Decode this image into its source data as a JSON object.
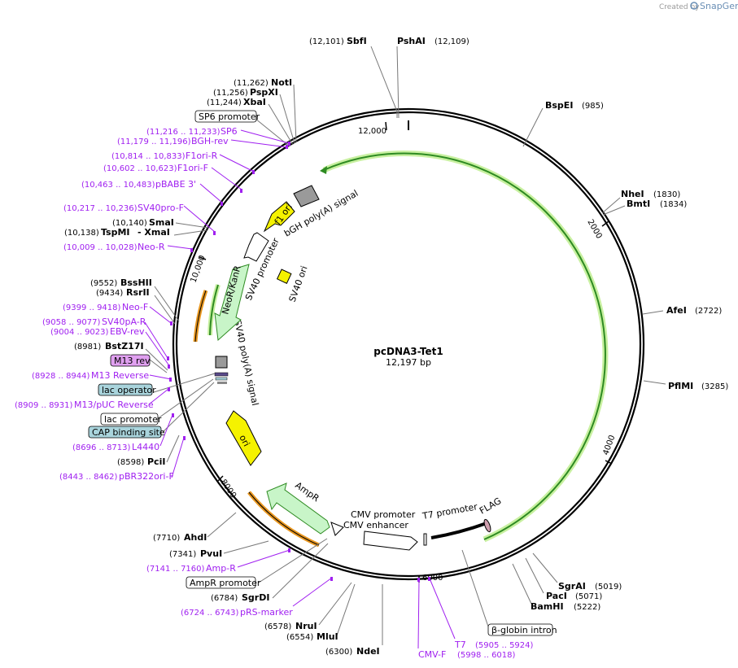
{
  "branding": {
    "created_by": "Created by",
    "product": "SnapGene"
  },
  "plasmid": {
    "name": "pcDNA3-Tet1",
    "size": "12,197 bp"
  },
  "ticks": [
    "12,000",
    "2000",
    "4000",
    "6000",
    "8000",
    "10,000"
  ],
  "sites_top": [
    {
      "coord": "(12,101)",
      "name": "SbfI"
    },
    {
      "coord": "(12,109)",
      "name": "PshAI"
    }
  ],
  "sites_right": [
    {
      "name": "BspEI",
      "coord": "(985)"
    },
    {
      "name": "NheI",
      "coord": "(1830)"
    },
    {
      "name": "BmtI",
      "coord": "(1834)"
    },
    {
      "name": "AfeI",
      "coord": "(2722)"
    },
    {
      "name": "PflMI",
      "coord": "(3285)"
    },
    {
      "name": "SgrAI",
      "coord": "(5019)"
    },
    {
      "name": "PacI",
      "coord": "(5071)"
    },
    {
      "name": "BamHI",
      "coord": "(5222)"
    }
  ],
  "sites_left": [
    {
      "coord": "(11,262)",
      "name": "NotI"
    },
    {
      "coord": "(11,256)",
      "name": "PspXI"
    },
    {
      "coord": "(11,244)",
      "name": "XbaI"
    },
    {
      "coord": "(10,140)",
      "name": "SmaI"
    },
    {
      "coord": "(10,138)",
      "name": "TspMI",
      "suffix": "- XmaI"
    },
    {
      "coord": "(9552)",
      "name": "BssHII"
    },
    {
      "coord": "(9434)",
      "name": "RsrII"
    },
    {
      "coord": "(8981)",
      "name": "BstZ17I"
    },
    {
      "coord": "(8598)",
      "name": "PciI"
    },
    {
      "coord": "(7710)",
      "name": "AhdI"
    },
    {
      "coord": "(7341)",
      "name": "PvuI"
    },
    {
      "coord": "(6784)",
      "name": "SgrDI"
    },
    {
      "coord": "(6578)",
      "name": "NruI"
    },
    {
      "coord": "(6554)",
      "name": "MluI"
    },
    {
      "coord": "(6300)",
      "name": "NdeI"
    }
  ],
  "primers": [
    {
      "coord": "(11,216 .. 11,233)",
      "name": "SP6"
    },
    {
      "coord": "(11,179 .. 11,196)",
      "name": "BGH-rev"
    },
    {
      "coord": "(10,814 .. 10,833)",
      "name": "F1ori-R"
    },
    {
      "coord": "(10,602 .. 10,623)",
      "name": "F1ori-F"
    },
    {
      "coord": "(10,463 .. 10,483)",
      "name": "pBABE 3'"
    },
    {
      "coord": "(10,217 .. 10,236)",
      "name": "SV40pro-F"
    },
    {
      "coord": "(10,009 .. 10,028)",
      "name": "Neo-R"
    },
    {
      "coord": "(9399 .. 9418)",
      "name": "Neo-F"
    },
    {
      "coord": "(9058 .. 9077)",
      "name": "SV40pA-R"
    },
    {
      "coord": "(9004 .. 9023)",
      "name": "EBV-rev"
    },
    {
      "coord": "(8928 .. 8944)",
      "name": "M13 Reverse"
    },
    {
      "coord": "(8909 .. 8931)",
      "name": "M13/pUC Reverse"
    },
    {
      "coord": "(8696 .. 8713)",
      "name": "L4440"
    },
    {
      "coord": "(8443 .. 8462)",
      "name": "pBR322ori-F"
    },
    {
      "coord": "(7141 .. 7160)",
      "name": "Amp-R"
    },
    {
      "coord": "(6724 .. 6743)",
      "name": "pRS-marker"
    }
  ],
  "primers_bottom": [
    {
      "name": "CMV-F"
    },
    {
      "name": "T7",
      "coord": "(5905 .. 5924)"
    },
    {
      "coord": "(5998 .. 6018)"
    }
  ],
  "boxed_labels": {
    "sp6_promoter": "SP6 promoter",
    "m13_rev": "M13 rev",
    "lac_operator": "lac operator",
    "lac_promoter": "lac promoter",
    "cap_binding_site": "CAP binding site",
    "ampr_promoter": "AmpR promoter",
    "beta_globin_intron": "β-globin intron"
  },
  "features": {
    "f1_ori": "f1 ori",
    "bgh_polya": "bGH poly(A) signal",
    "sv40_promoter": "SV40 promoter",
    "neo_kanr": "NeoR/KanR",
    "sv40_ori": "SV40 ori",
    "sv40_polya": "SV40 poly(A) signal",
    "ori": "ori",
    "ampr": "AmpR",
    "cmv_promoter": "CMV promoter",
    "cmv_enhancer": "CMV enhancer",
    "t7_promoter": "T7 promoter",
    "flag": "FLAG"
  },
  "colors": {
    "backbone": "#000000",
    "primer": "#a020f0",
    "green_cds": "#2e8b22",
    "yellow": "#f5f200",
    "orange": "#e8961e",
    "light_green": "#c8f5c8",
    "cyan_box": "#a9d4dc",
    "violet_box": "#e0a0f0",
    "grey": "#9a9a9a"
  }
}
